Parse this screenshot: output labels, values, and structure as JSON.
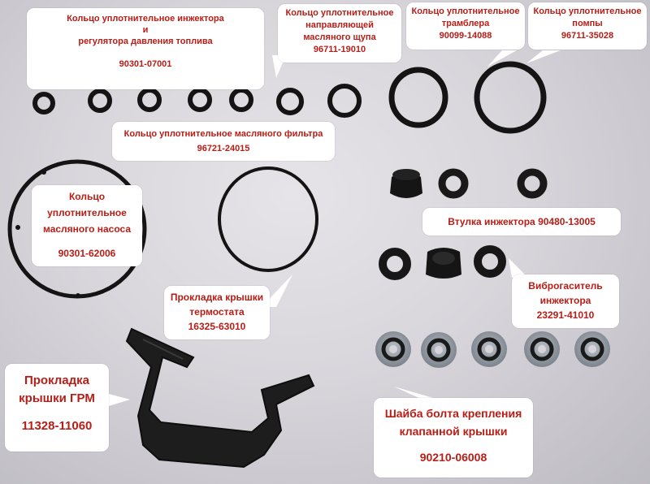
{
  "labels": {
    "injector_regulator": {
      "title_lines": [
        "Кольцо уплотнительное инжектора",
        "и",
        "регулятора давления топлива"
      ],
      "code": "90301-07001"
    },
    "dipstick_guide": {
      "title_lines": [
        "Кольцо уплотнительное",
        "направляющей",
        "масляного щупа"
      ],
      "code": "96711-19010"
    },
    "distributor": {
      "title_lines": [
        "Кольцо уплотнительное",
        "трамблера"
      ],
      "code": "90099-14088"
    },
    "pump": {
      "title_lines": [
        "Кольцо уплотнительное",
        "помпы"
      ],
      "code": "96711-35028"
    },
    "oil_filter": {
      "title_lines": [
        "Кольцо уплотнительное масляного фильтра"
      ],
      "code": "96721-24015"
    },
    "oil_pump": {
      "title_lines": [
        "Кольцо",
        "уплотнительное",
        "масляного насоса"
      ],
      "code": "90301-62006"
    },
    "injector_sleeve": {
      "title_lines": [
        "Втулка инжектора 90480-13005"
      ]
    },
    "thermostat": {
      "title_lines": [
        "Прокладка крышки",
        "термостата"
      ],
      "code": "16325-63010"
    },
    "injector_damper": {
      "title_lines": [
        "Виброгаситель",
        "инжектора"
      ],
      "code": "23291-41010"
    },
    "timing_cover": {
      "title_lines": [
        "Прокладка",
        "крышки ГРМ"
      ],
      "code": "11328-11060"
    },
    "valve_cover_washer": {
      "title_lines": [
        "Шайба болта крепления",
        "клапанной крышки"
      ],
      "code": "90210-06008"
    }
  },
  "colors": {
    "label_text": "#b81d16",
    "label_bg": "#ffffff",
    "rubber": "#141414",
    "background": "#d8d6db"
  }
}
